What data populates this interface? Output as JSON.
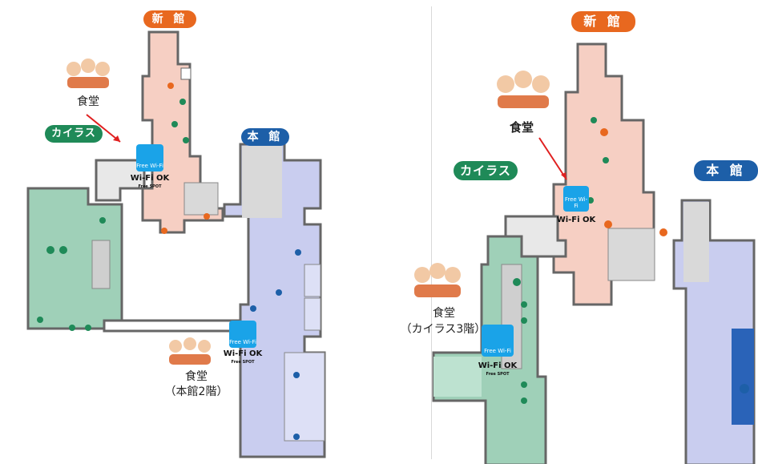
{
  "left_map": {
    "shinkan_label": "新 館",
    "honkan_label": "本 館",
    "kairasu_label": "カイラス",
    "shokudo_top": "食堂",
    "wifi_badge": "Free Wi-Fi",
    "wifi_ok": "Wi-Fi OK",
    "wifi_spot": "Free SPOT",
    "shokudo_bottom": "食堂",
    "shokudo_bottom_note": "（本館2階）"
  },
  "right_map": {
    "shinkan_label": "新 館",
    "honkan_label": "本 館",
    "kairasu_label": "カイラス",
    "shokudo_top": "食堂",
    "wifi_badge_top": "Free Wi-Fi",
    "wifi_ok_top": "Wi-Fi OK",
    "shokudo_side": "食堂",
    "shokudo_side_note": "（カイラス3階）",
    "wifi_badge_bottom": "Free Wi-Fi",
    "wifi_ok_bottom": "Wi-Fi OK",
    "wifi_spot_bottom": "Free SPOT"
  },
  "colors": {
    "shinkan_fill": "#f6cfc3",
    "honkan_fill": "#c9cdef",
    "kairasu_fill": "#9fd0b8",
    "wall": "#666666",
    "accent_orange": "#e8681f",
    "accent_green": "#1f8a58",
    "accent_blue": "#1d5fa8",
    "wifi_blue": "#1aa3e8",
    "arrow_red": "#e02020"
  }
}
